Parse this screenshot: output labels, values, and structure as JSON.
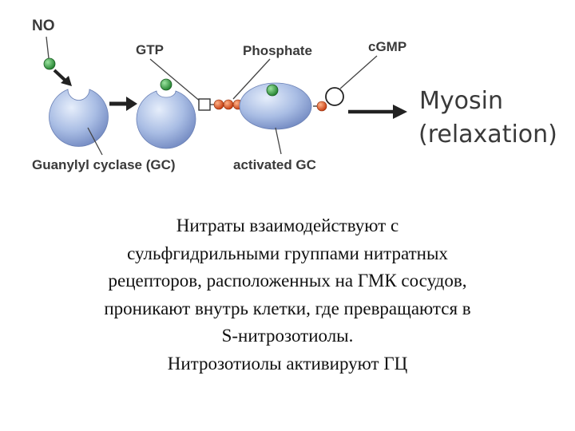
{
  "diagram": {
    "labels": {
      "no": "NO",
      "gtp": "GTP",
      "phosphate": "Phosphate",
      "cgmp": "cGMP",
      "myosin": "Myosin",
      "relaxation": "(relaxation)",
      "guanylyl_cyclase": "Guanylyl cyclase (GC)",
      "activated_gc": "activated GC"
    },
    "colors": {
      "enzyme_light": "#c9d6ef",
      "enzyme_dark": "#6f86bf",
      "no_green": "#2e9e3e",
      "phosphate_orange": "#e2521f",
      "arrow": "#222222"
    }
  },
  "caption": {
    "lines": [
      "Нитраты взаимодействуют с",
      "сульфгидрильными группами нитратных",
      "рецепторов, расположенных на ГМК сосудов,",
      "проникают внутрь клетки, где превращаются в",
      "S-нитрозотиолы.",
      "Нитрозотиолы активируют ГЦ"
    ]
  }
}
